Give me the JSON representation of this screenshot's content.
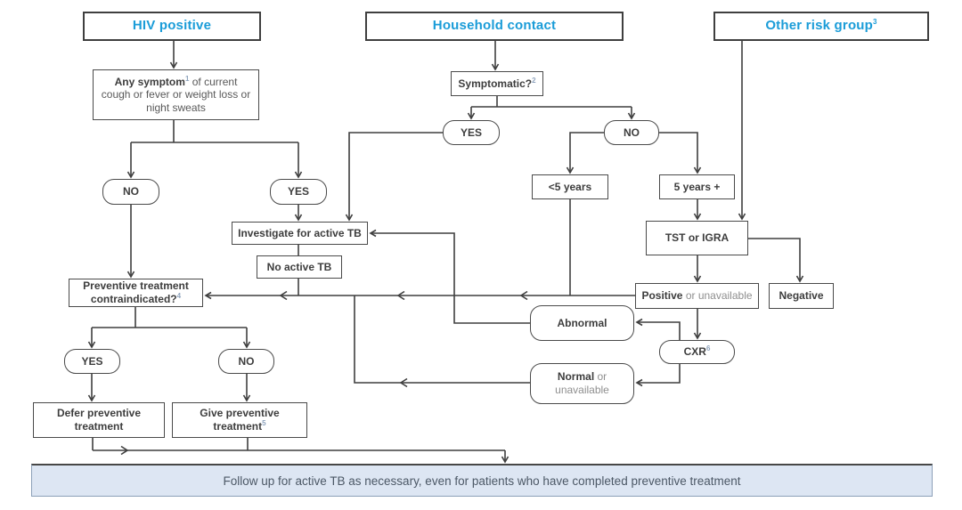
{
  "headers": {
    "hiv": "HIV positive",
    "household": "Household contact",
    "other": "Other risk group",
    "other_sup": "3"
  },
  "labels": {
    "yes": "YES",
    "no": "NO"
  },
  "nodes": {
    "symptom": {
      "bold": "Any symptom",
      "sup": "1",
      "rest": " of current cough or fever or weight loss or night sweats"
    },
    "symptomatic": {
      "label": "Symptomatic?",
      "sup": "2"
    },
    "under5": "<5 years",
    "over5": "5 years +",
    "tst": "TST or IGRA",
    "investigate": "Investigate for active TB",
    "no_active": "No active TB",
    "preventive": {
      "line1": "Preventive treatment",
      "line2": "contraindicated?",
      "sup": "4"
    },
    "positive": {
      "bold": "Positive",
      "rest": " or unavailable"
    },
    "negative": "Negative",
    "abnormal": "Abnormal",
    "cxr": {
      "label": "CXR",
      "sup": "6"
    },
    "normal": {
      "bold": "Normal",
      "rest_inline": " or",
      "rest_line2": "unavailable"
    },
    "defer": {
      "line1": "Defer preventive",
      "line2": "treatment"
    },
    "give": {
      "line1": "Give preventive",
      "line2": "treatment",
      "sup": "5"
    }
  },
  "footer": {
    "text": "Follow up for active TB as necessary, even for patients who have completed preventive treatment"
  },
  "colors": {
    "header_blue": "#1a9cd8",
    "line": "#3f3f3f",
    "footer_bg": "#dde6f3"
  }
}
